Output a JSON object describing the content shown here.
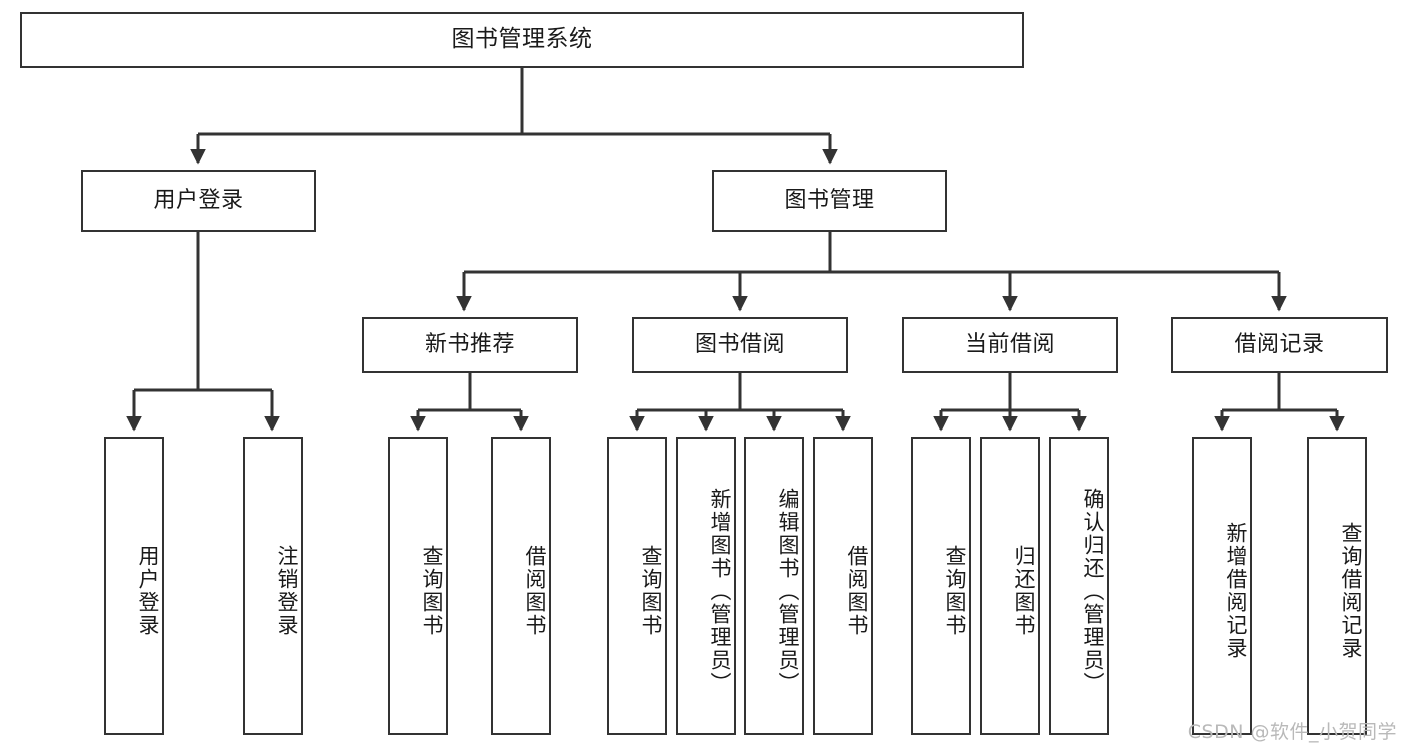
{
  "diagram": {
    "title": "图书管理系统",
    "watermark": "CSDN @软件_小贺同学",
    "colors": {
      "background": "#ffffff",
      "node_border": "#333333",
      "node_fill": "#ffffff",
      "edge": "#333333",
      "text": "#1a1a1a",
      "watermark": "#b9b9b9"
    },
    "root": {
      "label": "图书管理系统"
    },
    "level2": [
      {
        "id": "user-login",
        "label": "用户登录"
      },
      {
        "id": "book-manage",
        "label": "图书管理"
      }
    ],
    "level3": [
      {
        "id": "new-book-recommend",
        "label": "新书推荐"
      },
      {
        "id": "book-borrow",
        "label": "图书借阅"
      },
      {
        "id": "current-borrow",
        "label": "当前借阅"
      },
      {
        "id": "borrow-record",
        "label": "借阅记录"
      }
    ],
    "leaves": {
      "user_login": [
        {
          "id": "leaf-user-login",
          "label": "用户登录"
        },
        {
          "id": "leaf-logout-login",
          "label": "注销登录"
        }
      ],
      "new_book_recommend": [
        {
          "id": "leaf-query-book-1",
          "label": "查询图书"
        },
        {
          "id": "leaf-borrow-book-1",
          "label": "借阅图书"
        }
      ],
      "book_borrow": [
        {
          "id": "leaf-query-book-2",
          "label": "查询图书"
        },
        {
          "id": "leaf-add-book",
          "label": "新增图书（管理员）"
        },
        {
          "id": "leaf-edit-book",
          "label": "编辑图书（管理员）"
        },
        {
          "id": "leaf-borrow-book-2",
          "label": "借阅图书"
        }
      ],
      "current_borrow": [
        {
          "id": "leaf-query-book-3",
          "label": "查询图书"
        },
        {
          "id": "leaf-return-book",
          "label": "归还图书"
        },
        {
          "id": "leaf-confirm-return",
          "label": "确认归还（管理员）"
        }
      ],
      "borrow_record": [
        {
          "id": "leaf-add-record",
          "label": "新增借阅记录"
        },
        {
          "id": "leaf-query-record",
          "label": "查询借阅记录"
        }
      ]
    }
  }
}
